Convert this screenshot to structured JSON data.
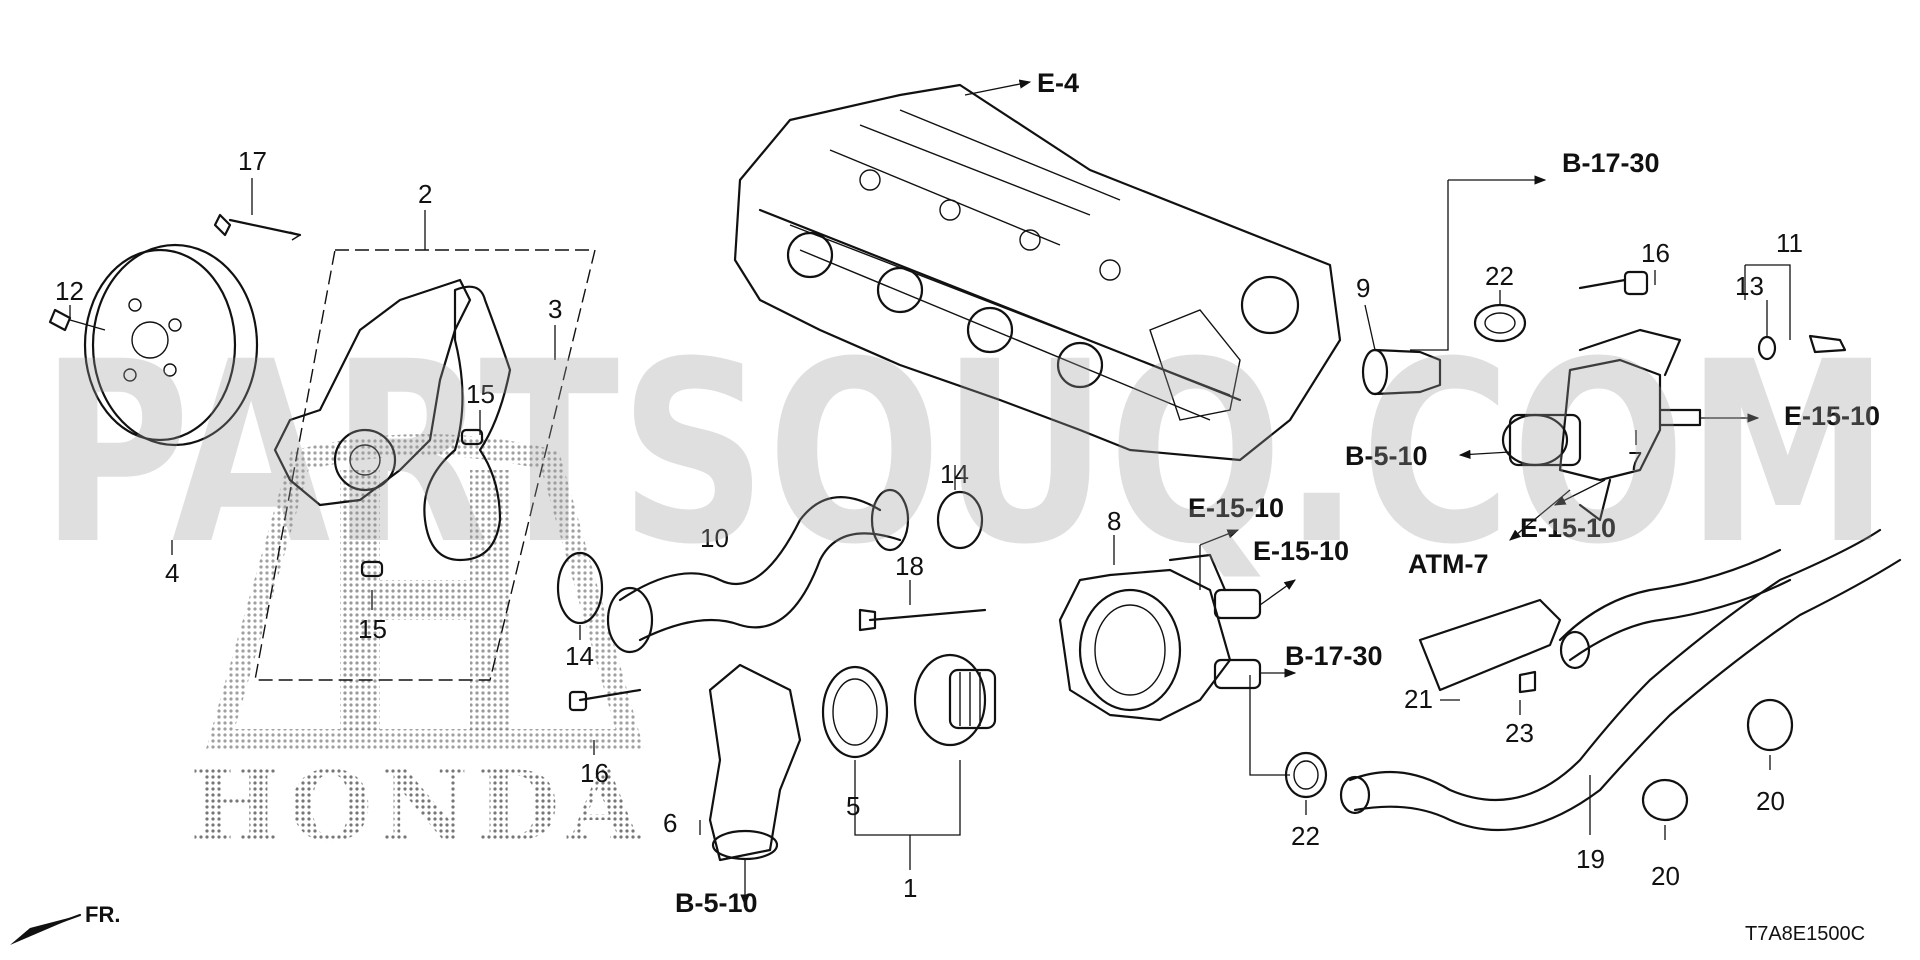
{
  "watermark": "PARTSOUQ.COM",
  "brand": "HONDA",
  "diagram_code": "T7A8E1500C",
  "front_marker": "FR.",
  "part_numbers": [
    "17",
    "2",
    "3",
    "12",
    "15",
    "15",
    "4",
    "14",
    "14",
    "10",
    "18",
    "8",
    "16",
    "6",
    "5",
    "1",
    "9",
    "22",
    "16",
    "11",
    "13",
    "7",
    "21",
    "23",
    "22",
    "19",
    "20",
    "20"
  ],
  "references": [
    "E-4",
    "B-17-30",
    "E-15-10",
    "B-5-10",
    "ATM-7",
    "E-15-10",
    "E-15-10",
    "E-15-10",
    "B-17-30",
    "B-5-10"
  ]
}
